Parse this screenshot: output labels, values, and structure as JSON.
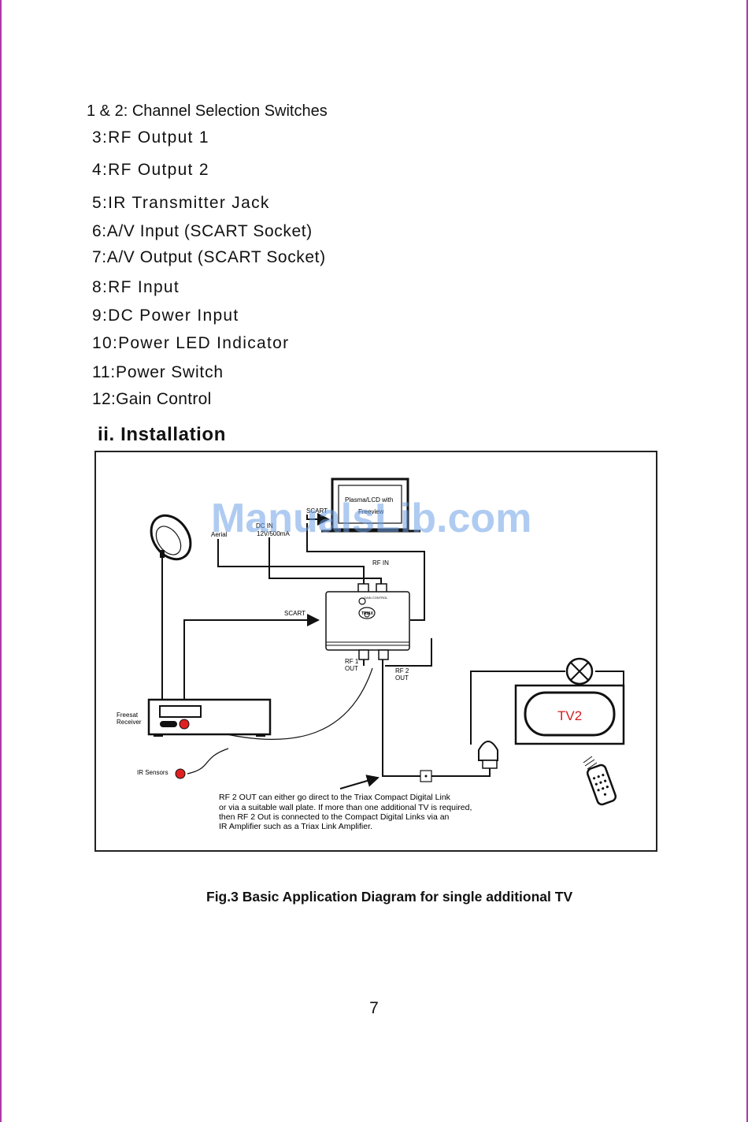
{
  "list_items": [
    "1 & 2: Channel Selection Switches",
    "3:RF Output 1",
    "4:RF Output 2",
    "5:IR Transmitter Jack",
    "6:A/V Input (SCART Socket)",
    "7:A/V Output (SCART Socket)",
    "8:RF Input",
    "9:DC Power Input",
    "10:Power LED Indicator",
    "11:Power Switch",
    "12:Gain Control"
  ],
  "section_title": "ii. Installation",
  "diagram": {
    "tv_screen_label": "Plasma/LCD with",
    "tv_screen_label2": "Freeview",
    "scart_top": "SCART",
    "aerial": "Aerial",
    "dc_in": "DC IN",
    "dc_rating": "12V/500mA",
    "rf_in": "RF IN",
    "scart_mid": "SCART",
    "device_logo": "TRIAX",
    "gain_control": "GAIN CONTROL",
    "rf1_out_1": "RF 1",
    "rf1_out_2": "OUT",
    "rf2_out_1": "RF 2",
    "rf2_out_2": "OUT",
    "receiver_1": "Freesat",
    "receiver_2": "Receiver",
    "ir_sensors": "IR Sensors",
    "tv2": "TV2",
    "note_lines": [
      "RF 2 OUT can either go direct to the Triax Compact Digital Link",
      "or via a suitable wall plate. If more than one additional TV is required,",
      "then RF 2 Out is connected to the Compact Digital Links via an",
      "IR Amplifier such as a Triax Link Amplifier."
    ]
  },
  "caption": "Fig.3 Basic Application Diagram for single additional TV",
  "page_number": "7",
  "watermark": "ManualsLib.com",
  "colors": {
    "border_accent": "#b03aa6",
    "tv2_text": "#d21f1f",
    "ir_sensor": "#e02020",
    "watermark": "#6ea0e6"
  }
}
